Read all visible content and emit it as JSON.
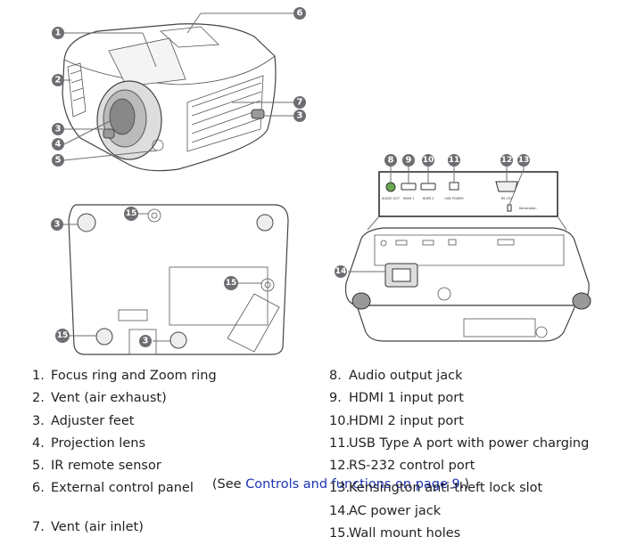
{
  "callouts": {
    "c1": "1",
    "c2": "2",
    "c3a": "3",
    "c4": "4",
    "c5": "5",
    "c6": "6",
    "c7": "7",
    "c3b": "3",
    "c3c": "3",
    "c15a": "15",
    "c15b": "15",
    "c15c": "15",
    "c3d": "3",
    "c8": "8",
    "c9": "9",
    "c10": "10",
    "c11": "11",
    "c12": "12",
    "c13": "13",
    "c14": "14"
  },
  "port_labels": {
    "audio": "AUDIO OUT",
    "hdmi1": "HDMI 1",
    "hdmi2": "HDMI 2",
    "usb": "USB POWER",
    "rs232": "RS-232",
    "lock": "Kensington"
  },
  "parts_left": [
    {
      "num": "1.",
      "label": "Focus ring and Zoom ring"
    },
    {
      "num": "2.",
      "label": "Vent (air exhaust)"
    },
    {
      "num": "3.",
      "label": "Adjuster feet"
    },
    {
      "num": "4.",
      "label": "Projection lens"
    },
    {
      "num": "5.",
      "label": "IR remote sensor"
    },
    {
      "num": "6.",
      "label": "External control panel",
      "sub_prefix": "(See ",
      "sub_link": "Controls and functions on page 9",
      "sub_suffix": ".)"
    },
    {
      "num": "7.",
      "label": "Vent (air inlet)"
    }
  ],
  "parts_right": [
    {
      "num": "8.",
      "label": "Audio output jack"
    },
    {
      "num": "9.",
      "label": "HDMI 1 input port"
    },
    {
      "num": "10.",
      "label": "HDMI 2 input port"
    },
    {
      "num": "11.",
      "label": "USB Type A port with power charging"
    },
    {
      "num": "12.",
      "label": "RS-232 control port"
    },
    {
      "num": "13.",
      "label": "Kensington anti-theft lock slot"
    },
    {
      "num": "14.",
      "label": "AC power jack"
    },
    {
      "num": "15.",
      "label": "Wall mount holes"
    }
  ],
  "colors": {
    "callout": "#6d6e71",
    "link": "#1a33b5",
    "audio_jack": "#6aa84f"
  }
}
